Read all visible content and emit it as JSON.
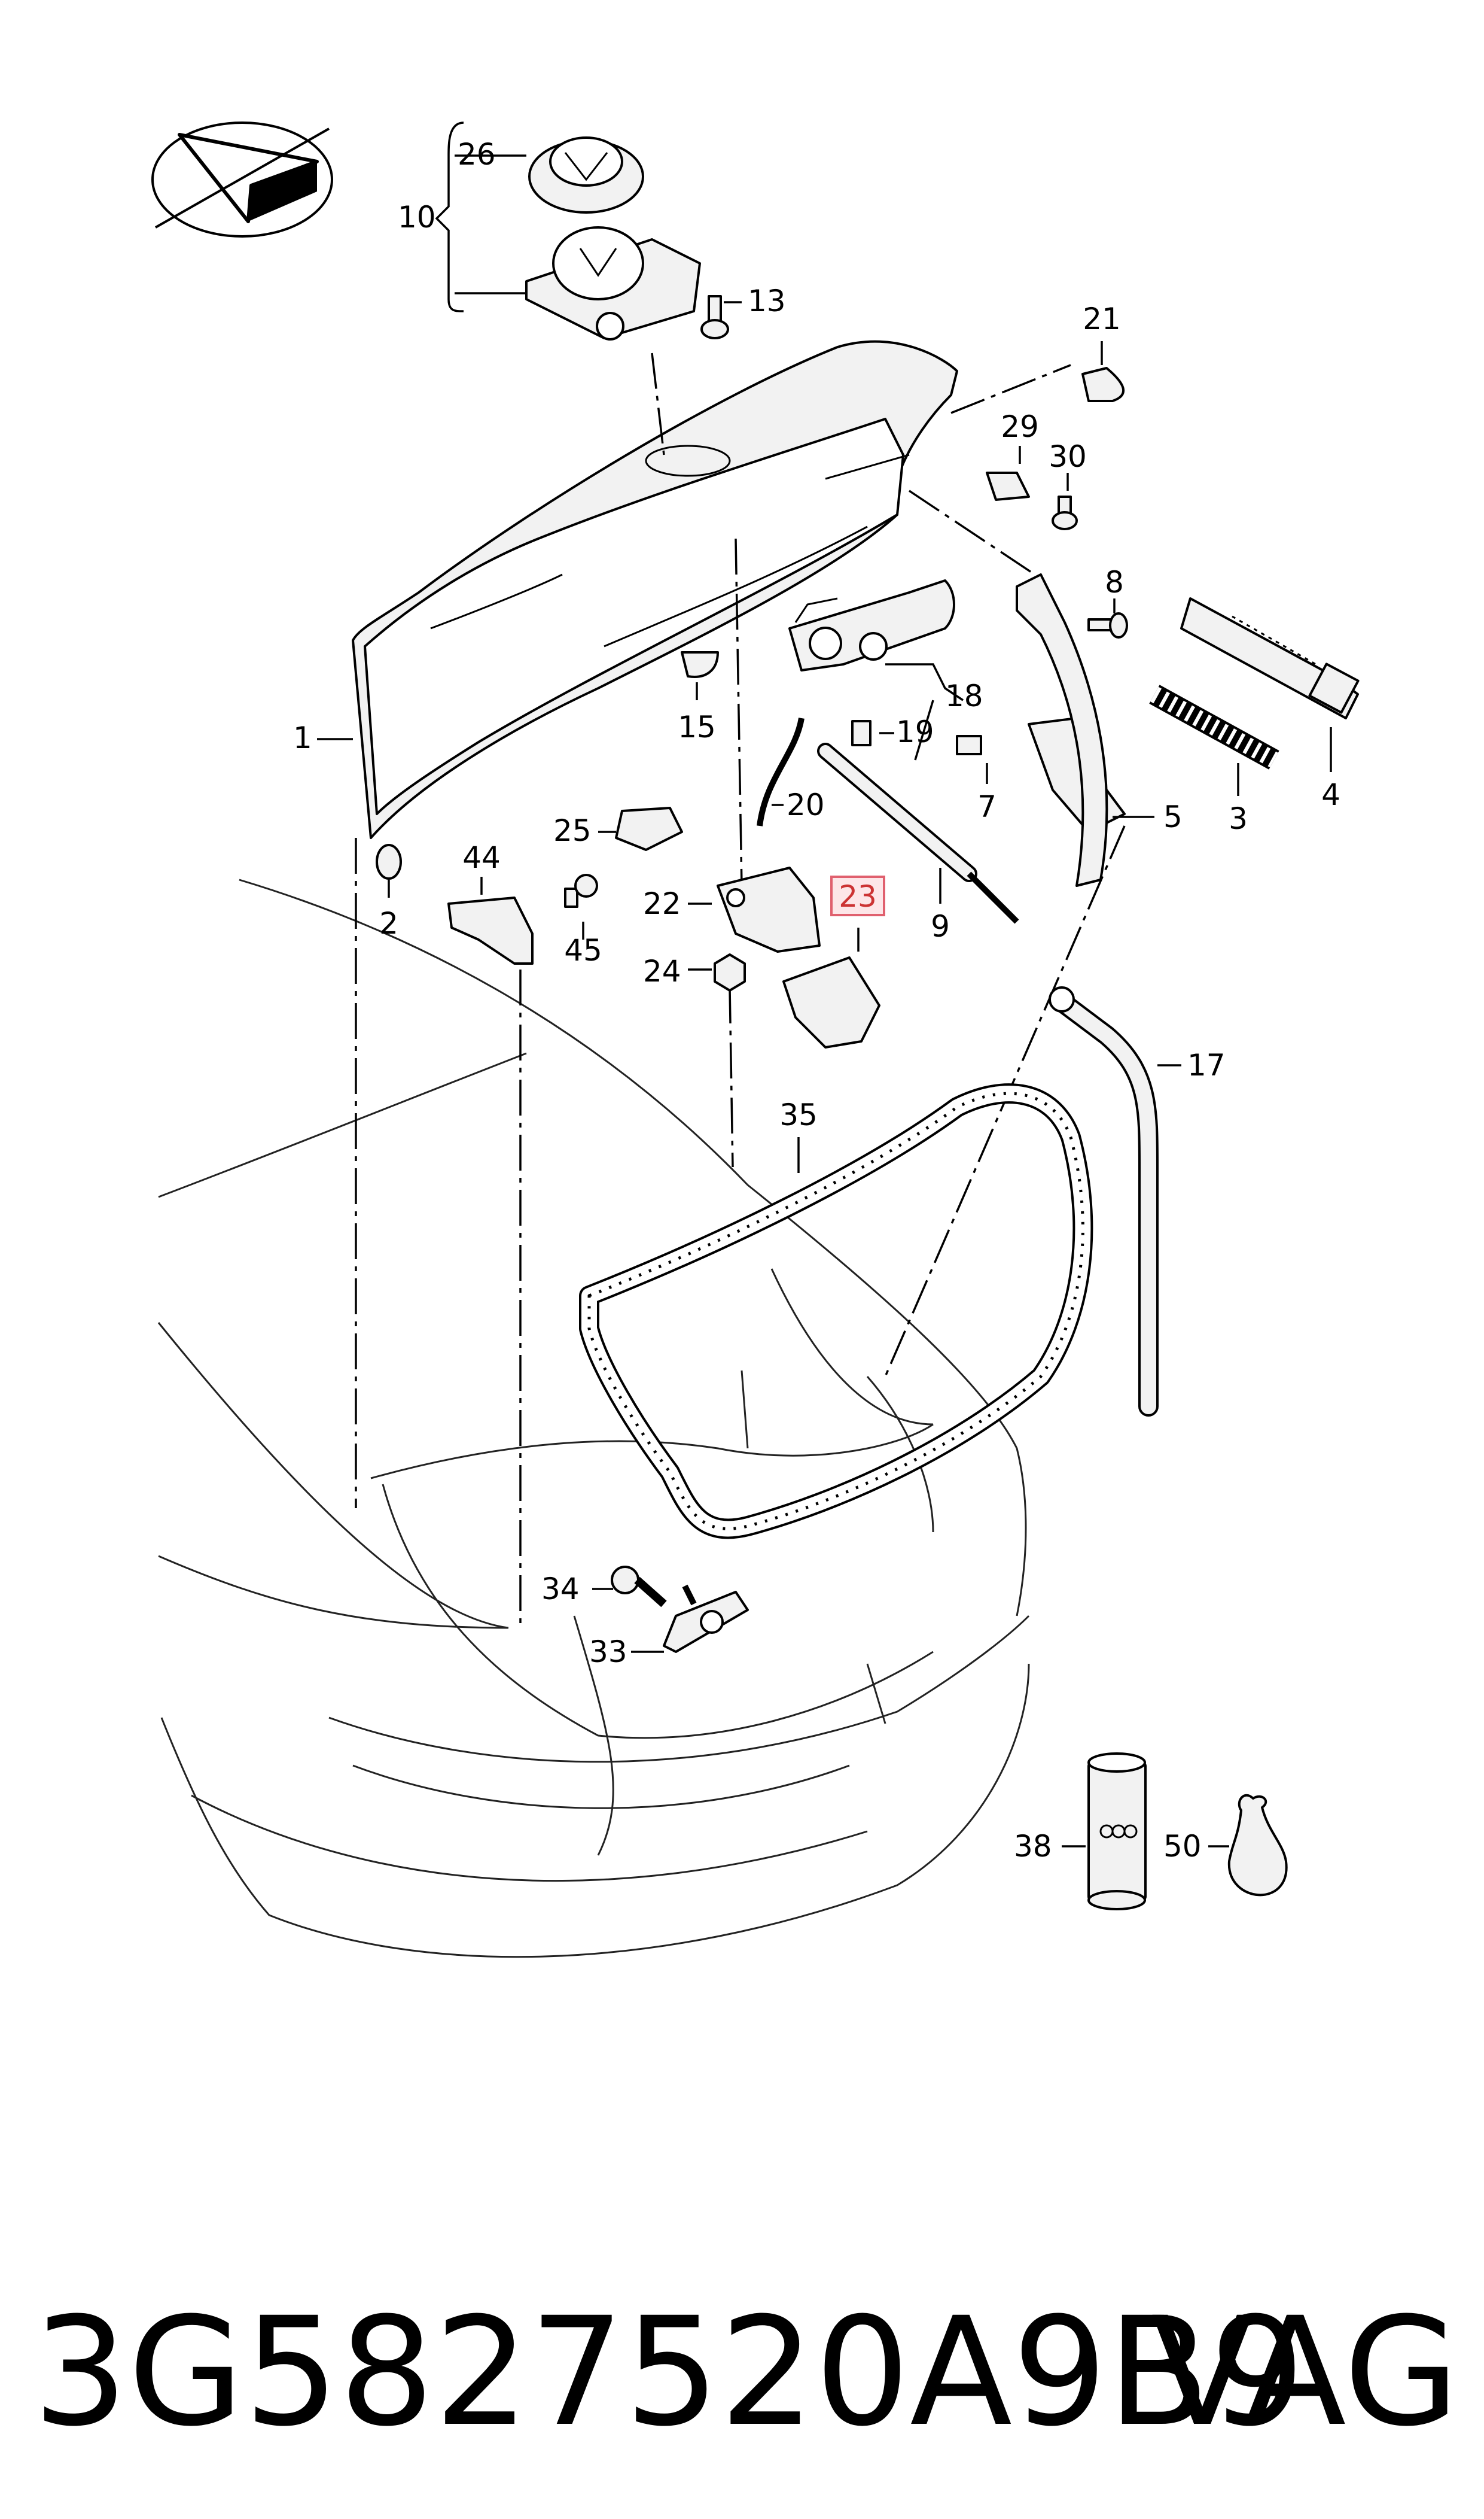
{
  "diagram": {
    "callouts": [
      "26",
      "10",
      "13",
      "21",
      "29",
      "30",
      "8",
      "1",
      "15",
      "18",
      "19",
      "4",
      "20",
      "7",
      "5",
      "3",
      "25",
      "44",
      "22",
      "23",
      "9",
      "2",
      "45",
      "24",
      "17",
      "35",
      "34",
      "33",
      "38",
      "50"
    ],
    "highlighted_callout": "23"
  },
  "footer": {
    "part_number": "3G5827520A9B9",
    "brand": "VAG"
  },
  "colors": {
    "highlight": "#e0606e",
    "line": "#000000"
  }
}
